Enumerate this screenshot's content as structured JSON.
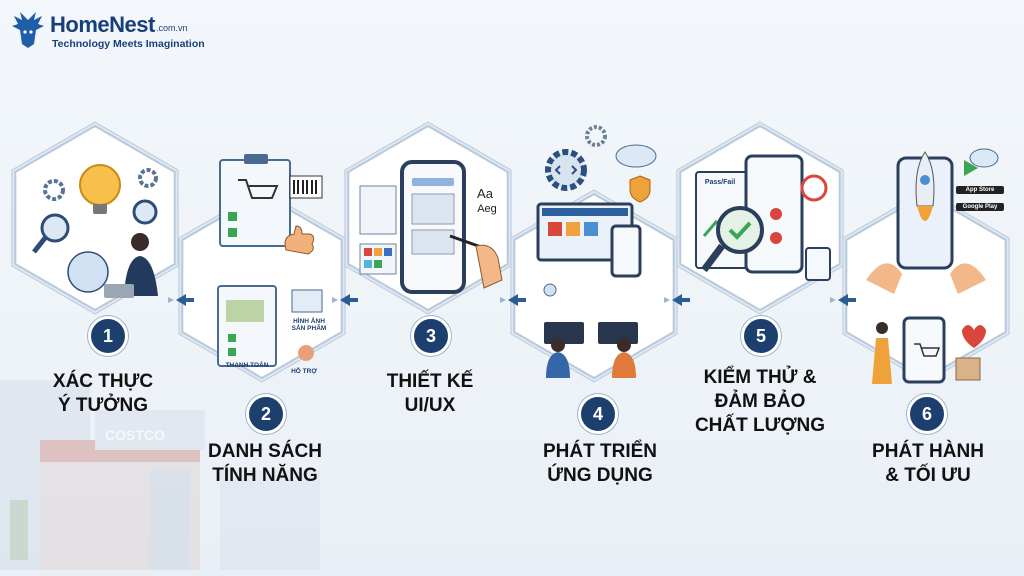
{
  "brand": {
    "name": "HomeNest",
    "domain": ".com.vn",
    "tagline": "Technology Meets Imagination"
  },
  "colors": {
    "navy": "#1d3f6e",
    "hex_border": "#b8c9db",
    "hex_fill": "#ffffff",
    "arrow": "#2a5c96",
    "accent_orange": "#f0a23a",
    "accent_green": "#3aa655",
    "accent_red": "#d9463b"
  },
  "steps": [
    {
      "number": "1",
      "label_line1": "XÁC THỰC",
      "label_line2": "Ý TƯỞNG"
    },
    {
      "number": "2",
      "label_line1": "DANH SÁCH",
      "label_line2": "TÍNH NĂNG",
      "inner_labels": {
        "thanh_toan": "THANH TOÁN",
        "hinh_anh_line1": "HÌNH ẢNH",
        "hinh_anh_line2": "SẢN PHẨM",
        "ho_tro": "HỖ TRỢ"
      }
    },
    {
      "number": "3",
      "label_line1": "THIẾT KẾ",
      "label_line2": "UI/UX",
      "inner_labels": {
        "aa": "Aa",
        "aeg": "Aeg"
      }
    },
    {
      "number": "4",
      "label_line1": "PHÁT TRIỂN",
      "label_line2": "ỨNG DỤNG"
    },
    {
      "number": "5",
      "label_line1": "KIỂM THỬ &",
      "label_line2": "ĐẢM BẢO",
      "label_line3": "CHẤT LƯỢNG",
      "inner_labels": {
        "pass_fail": "Pass/Fail"
      }
    },
    {
      "number": "6",
      "label_line1": "PHÁT HÀNH",
      "label_line2": "& TỐI ƯU",
      "inner_labels": {
        "app_store": "App Store",
        "google_play": "Google Play"
      }
    }
  ],
  "background_sign": "COSTCO"
}
